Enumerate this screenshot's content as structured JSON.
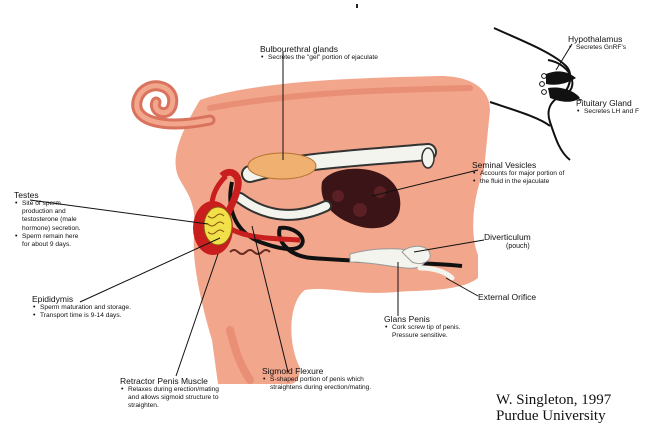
{
  "labels": {
    "bulbourethral": {
      "title": "Bulbourethral glands",
      "bullets": [
        "Secretes the \"gel\" portion of ejaculate"
      ]
    },
    "hypothalamus": {
      "title": "Hypothalamus",
      "bullets": [
        "Secretes GnRF's"
      ]
    },
    "pituitary": {
      "title": "Pituitary Gland",
      "bullets": [
        "Secretes LH and F"
      ]
    },
    "seminal": {
      "title": "Seminal Vesicles",
      "bullets": [
        "Accounts for major portion of",
        "the fluid in the ejaculate"
      ]
    },
    "testes": {
      "title": "Testes",
      "bullets": [
        "Site of sperm",
        "production and",
        "testosterone (male",
        "hormone) secretion.",
        "Sperm remain here",
        "for about 9 days."
      ]
    },
    "diverticulum": {
      "title": "Diverticulum",
      "sub": "(pouch)"
    },
    "epididymis": {
      "title": "Epididymis",
      "bullets": [
        "Sperm maturation and storage.",
        "Transport time is 9-14 days."
      ]
    },
    "external": {
      "title": "External Orifice"
    },
    "glans": {
      "title": "Glans Penis",
      "bullets": [
        "Cork screw tip of penis.",
        "Pressure sensitive."
      ]
    },
    "sigmoid": {
      "title": "Sigmoid Flexure",
      "bullets": [
        "S-shaped portion of penis which",
        "straightens during erection/mating."
      ]
    },
    "retractor": {
      "title": "Retractor Penis Muscle",
      "bullets": [
        "Relaxes during erection/mating",
        "and allows sigmoid structure to",
        "straighten."
      ]
    }
  },
  "credit": {
    "line1": "W. Singleton, 1997",
    "line2": "Purdue University"
  },
  "colors": {
    "flesh": "#f2a68c",
    "flesh_dark": "#d9735d",
    "organ_red": "#c81e1e",
    "gland_orange": "#f0b070",
    "vesicle_dark": "#3a1416",
    "testis_yellow": "#f1e04a",
    "duct_black": "#111111",
    "white_tube": "#f4f4ee"
  }
}
